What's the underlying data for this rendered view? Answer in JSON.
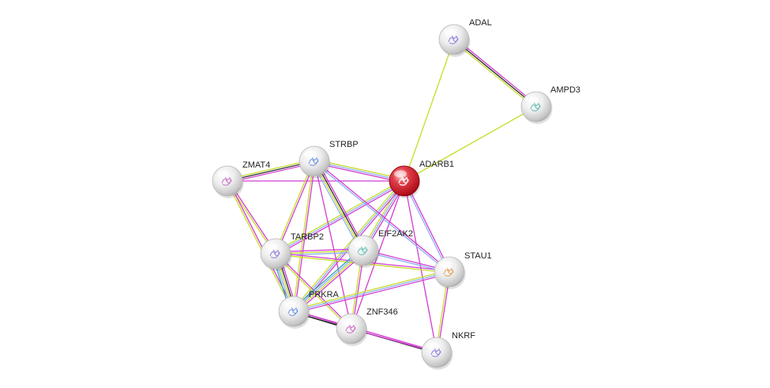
{
  "network": {
    "colors": {
      "query_node": "#c8102e",
      "node": "#e4e4e4",
      "edge_pink": "#d23cd2",
      "edge_black": "#2b2b2b",
      "edge_yellow": "#c6dc2a",
      "edge_blue": "#8fb0f0",
      "edge_teal": "#2fa8a8"
    },
    "nodes": [
      {
        "id": "ADAL",
        "label": "ADAL",
        "query": false,
        "icon": "protein-structure-icon"
      },
      {
        "id": "AMPD3",
        "label": "AMPD3",
        "query": false,
        "icon": "protein-structure-icon"
      },
      {
        "id": "ADARB1",
        "label": "ADARB1",
        "query": true,
        "icon": "protein-structure-icon"
      },
      {
        "id": "STRBP",
        "label": "STRBP",
        "query": false,
        "icon": "protein-structure-icon"
      },
      {
        "id": "ZMAT4",
        "label": "ZMAT4",
        "query": false,
        "icon": "protein-structure-icon"
      },
      {
        "id": "TARBP2",
        "label": "TARBP2",
        "query": false,
        "icon": "protein-structure-icon"
      },
      {
        "id": "EIF2AK2",
        "label": "EIF2AK2",
        "query": false,
        "icon": "protein-structure-icon"
      },
      {
        "id": "STAU1",
        "label": "STAU1",
        "query": false,
        "icon": "protein-structure-icon"
      },
      {
        "id": "PRKRA",
        "label": "PRKRA",
        "query": false,
        "icon": "protein-structure-icon"
      },
      {
        "id": "ZNF346",
        "label": "ZNF346",
        "query": false,
        "icon": "protein-structure-icon"
      },
      {
        "id": "NKRF",
        "label": "NKRF",
        "query": false,
        "icon": "protein-structure-icon"
      }
    ],
    "edges": [
      {
        "source": "ADAL",
        "target": "AMPD3",
        "types": [
          "pink",
          "black",
          "yellow"
        ]
      },
      {
        "source": "ADAL",
        "target": "ADARB1",
        "types": [
          "yellow"
        ]
      },
      {
        "source": "AMPD3",
        "target": "ADARB1",
        "types": [
          "yellow"
        ]
      },
      {
        "source": "ADARB1",
        "target": "STRBP",
        "types": [
          "pink",
          "blue",
          "yellow"
        ]
      },
      {
        "source": "ADARB1",
        "target": "ZMAT4",
        "types": [
          "pink"
        ]
      },
      {
        "source": "ADARB1",
        "target": "TARBP2",
        "types": [
          "pink",
          "blue",
          "yellow"
        ]
      },
      {
        "source": "ADARB1",
        "target": "EIF2AK2",
        "types": [
          "pink",
          "blue",
          "yellow"
        ]
      },
      {
        "source": "ADARB1",
        "target": "STAU1",
        "types": [
          "pink",
          "blue"
        ]
      },
      {
        "source": "ADARB1",
        "target": "PRKRA",
        "types": [
          "pink",
          "blue",
          "yellow"
        ]
      },
      {
        "source": "ADARB1",
        "target": "ZNF346",
        "types": [
          "pink"
        ]
      },
      {
        "source": "ADARB1",
        "target": "NKRF",
        "types": [
          "pink"
        ]
      },
      {
        "source": "STRBP",
        "target": "ZMAT4",
        "types": [
          "pink",
          "black",
          "yellow"
        ]
      },
      {
        "source": "STRBP",
        "target": "TARBP2",
        "types": [
          "pink",
          "yellow"
        ]
      },
      {
        "source": "STRBP",
        "target": "EIF2AK2",
        "types": [
          "pink",
          "black",
          "yellow",
          "blue"
        ]
      },
      {
        "source": "STRBP",
        "target": "STAU1",
        "types": [
          "pink",
          "blue"
        ]
      },
      {
        "source": "STRBP",
        "target": "PRKRA",
        "types": [
          "pink",
          "yellow"
        ]
      },
      {
        "source": "STRBP",
        "target": "ZNF346",
        "types": [
          "pink"
        ]
      },
      {
        "source": "ZMAT4",
        "target": "TARBP2",
        "types": [
          "pink",
          "yellow"
        ]
      },
      {
        "source": "ZMAT4",
        "target": "PRKRA",
        "types": [
          "pink",
          "yellow"
        ]
      },
      {
        "source": "TARBP2",
        "target": "EIF2AK2",
        "types": [
          "pink",
          "yellow",
          "blue"
        ]
      },
      {
        "source": "TARBP2",
        "target": "PRKRA",
        "types": [
          "pink",
          "black",
          "yellow",
          "blue",
          "teal"
        ]
      },
      {
        "source": "TARBP2",
        "target": "ZNF346",
        "types": [
          "pink",
          "yellow"
        ]
      },
      {
        "source": "TARBP2",
        "target": "STAU1",
        "types": [
          "pink",
          "yellow"
        ]
      },
      {
        "source": "EIF2AK2",
        "target": "PRKRA",
        "types": [
          "pink",
          "yellow",
          "blue",
          "teal"
        ]
      },
      {
        "source": "EIF2AK2",
        "target": "STAU1",
        "types": [
          "pink",
          "blue"
        ]
      },
      {
        "source": "EIF2AK2",
        "target": "ZNF346",
        "types": [
          "pink",
          "yellow"
        ]
      },
      {
        "source": "STAU1",
        "target": "PRKRA",
        "types": [
          "pink",
          "blue",
          "yellow"
        ]
      },
      {
        "source": "STAU1",
        "target": "NKRF",
        "types": [
          "pink",
          "yellow"
        ]
      },
      {
        "source": "PRKRA",
        "target": "ZNF346",
        "types": [
          "pink",
          "black"
        ]
      },
      {
        "source": "PRKRA",
        "target": "NKRF",
        "types": [
          "pink",
          "black"
        ]
      },
      {
        "source": "ZNF346",
        "target": "NKRF",
        "types": [
          "pink"
        ]
      }
    ]
  }
}
